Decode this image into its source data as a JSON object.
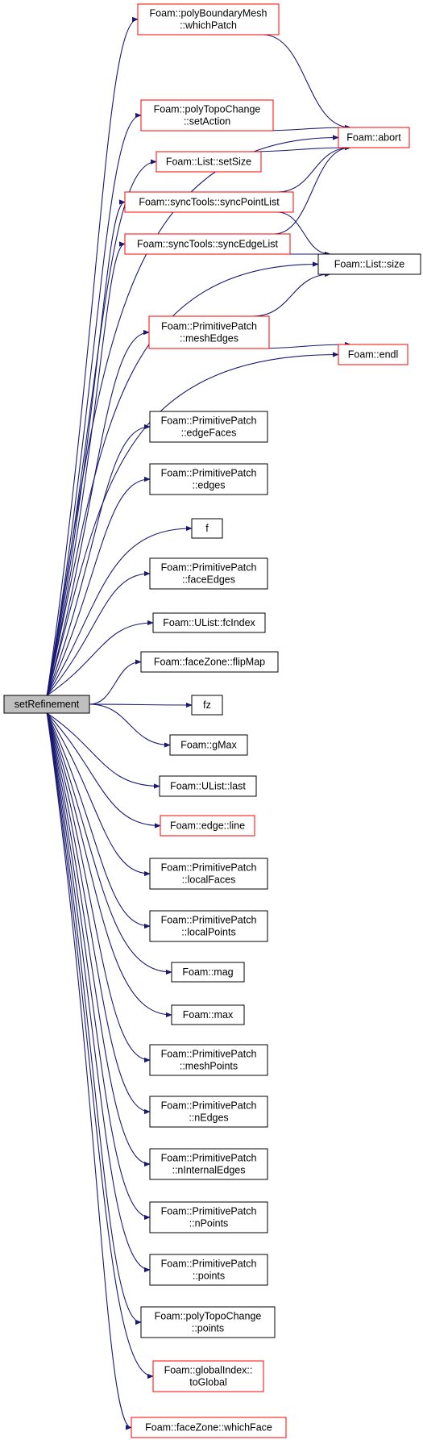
{
  "colors": {
    "edge": "#191970",
    "node_border_default": "#000000",
    "node_border_truncated": "#ff0000",
    "root_fill": "#bfbfbf",
    "node_fill": "#ffffff",
    "text": "#000000"
  },
  "root": {
    "id": "root",
    "lines": [
      "setRefinement"
    ]
  },
  "nodes": [
    {
      "id": "whichPatch",
      "lines": [
        "Foam::polyBoundaryMesh",
        "::whichPatch"
      ],
      "truncated": true
    },
    {
      "id": "setAction",
      "lines": [
        "Foam::polyTopoChange",
        "::setAction"
      ],
      "truncated": true
    },
    {
      "id": "setSize",
      "lines": [
        "Foam::List::setSize"
      ],
      "truncated": true
    },
    {
      "id": "syncPointList",
      "lines": [
        "Foam::syncTools::syncPointList"
      ],
      "truncated": true
    },
    {
      "id": "syncEdgeList",
      "lines": [
        "Foam::syncTools::syncEdgeList"
      ],
      "truncated": true
    },
    {
      "id": "abort",
      "lines": [
        "Foam::abort"
      ],
      "truncated": true
    },
    {
      "id": "listSize",
      "lines": [
        "Foam::List::size"
      ],
      "truncated": false
    },
    {
      "id": "meshEdges",
      "lines": [
        "Foam::PrimitivePatch",
        "::meshEdges"
      ],
      "truncated": true
    },
    {
      "id": "endl",
      "lines": [
        "Foam::endl"
      ],
      "truncated": true
    },
    {
      "id": "edgeFaces",
      "lines": [
        "Foam::PrimitivePatch",
        "::edgeFaces"
      ],
      "truncated": false
    },
    {
      "id": "edges",
      "lines": [
        "Foam::PrimitivePatch",
        "::edges"
      ],
      "truncated": false
    },
    {
      "id": "f",
      "lines": [
        "f"
      ],
      "truncated": false
    },
    {
      "id": "faceEdges",
      "lines": [
        "Foam::PrimitivePatch",
        "::faceEdges"
      ],
      "truncated": false
    },
    {
      "id": "fcIndex",
      "lines": [
        "Foam::UList::fcIndex"
      ],
      "truncated": false
    },
    {
      "id": "flipMap",
      "lines": [
        "Foam::faceZone::flipMap"
      ],
      "truncated": false
    },
    {
      "id": "fz",
      "lines": [
        "fz"
      ],
      "truncated": false
    },
    {
      "id": "gMax",
      "lines": [
        "Foam::gMax"
      ],
      "truncated": false
    },
    {
      "id": "last",
      "lines": [
        "Foam::UList::last"
      ],
      "truncated": false
    },
    {
      "id": "line",
      "lines": [
        "Foam::edge::line"
      ],
      "truncated": true
    },
    {
      "id": "localFaces",
      "lines": [
        "Foam::PrimitivePatch",
        "::localFaces"
      ],
      "truncated": false
    },
    {
      "id": "localPoints",
      "lines": [
        "Foam::PrimitivePatch",
        "::localPoints"
      ],
      "truncated": false
    },
    {
      "id": "mag",
      "lines": [
        "Foam::mag"
      ],
      "truncated": false
    },
    {
      "id": "max",
      "lines": [
        "Foam::max"
      ],
      "truncated": false
    },
    {
      "id": "meshPoints",
      "lines": [
        "Foam::PrimitivePatch",
        "::meshPoints"
      ],
      "truncated": false
    },
    {
      "id": "nEdges",
      "lines": [
        "Foam::PrimitivePatch",
        "::nEdges"
      ],
      "truncated": false
    },
    {
      "id": "nInternalEdges",
      "lines": [
        "Foam::PrimitivePatch",
        "::nInternalEdges"
      ],
      "truncated": false
    },
    {
      "id": "nPoints",
      "lines": [
        "Foam::PrimitivePatch",
        "::nPoints"
      ],
      "truncated": false
    },
    {
      "id": "points",
      "lines": [
        "Foam::PrimitivePatch",
        "::points"
      ],
      "truncated": false
    },
    {
      "id": "ptcPoints",
      "lines": [
        "Foam::polyTopoChange",
        "::points"
      ],
      "truncated": false
    },
    {
      "id": "toGlobal",
      "lines": [
        "Foam::globalIndex::",
        "toGlobal"
      ],
      "truncated": true
    },
    {
      "id": "whichFace",
      "lines": [
        "Foam::faceZone::whichFace"
      ],
      "truncated": true
    }
  ],
  "edges": [
    [
      "root",
      "whichPatch"
    ],
    [
      "root",
      "abort"
    ],
    [
      "root",
      "setAction"
    ],
    [
      "root",
      "setSize"
    ],
    [
      "root",
      "syncPointList"
    ],
    [
      "root",
      "syncEdgeList"
    ],
    [
      "root",
      "listSize"
    ],
    [
      "root",
      "meshEdges"
    ],
    [
      "root",
      "endl"
    ],
    [
      "root",
      "edgeFaces"
    ],
    [
      "root",
      "edges"
    ],
    [
      "root",
      "f"
    ],
    [
      "root",
      "faceEdges"
    ],
    [
      "root",
      "fcIndex"
    ],
    [
      "root",
      "flipMap"
    ],
    [
      "root",
      "fz"
    ],
    [
      "root",
      "gMax"
    ],
    [
      "root",
      "last"
    ],
    [
      "root",
      "line"
    ],
    [
      "root",
      "localFaces"
    ],
    [
      "root",
      "localPoints"
    ],
    [
      "root",
      "mag"
    ],
    [
      "root",
      "max"
    ],
    [
      "root",
      "meshPoints"
    ],
    [
      "root",
      "nEdges"
    ],
    [
      "root",
      "nInternalEdges"
    ],
    [
      "root",
      "nPoints"
    ],
    [
      "root",
      "points"
    ],
    [
      "root",
      "ptcPoints"
    ],
    [
      "root",
      "toGlobal"
    ],
    [
      "root",
      "whichFace"
    ],
    [
      "whichPatch",
      "abort"
    ],
    [
      "setAction",
      "abort"
    ],
    [
      "setSize",
      "abort"
    ],
    [
      "syncPointList",
      "abort"
    ],
    [
      "syncPointList",
      "listSize"
    ],
    [
      "syncEdgeList",
      "abort"
    ],
    [
      "syncEdgeList",
      "listSize"
    ],
    [
      "meshEdges",
      "listSize"
    ],
    [
      "meshEdges",
      "endl"
    ]
  ]
}
